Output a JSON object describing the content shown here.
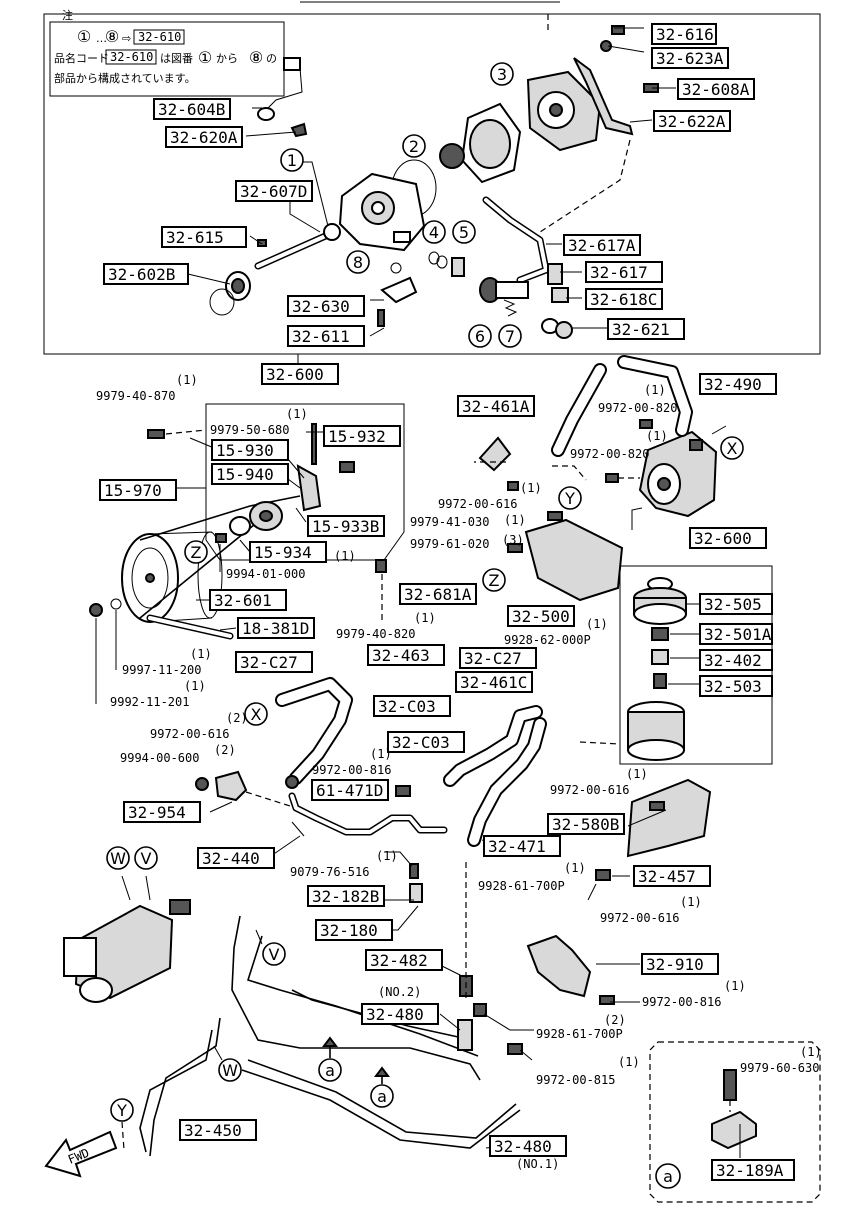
{
  "note": {
    "title": "注",
    "line1_from": "①",
    "line1_sep": "…",
    "line1_to": "⑧",
    "line1_arrow": "⇨",
    "line1_code": "32-610",
    "line2_prefix": "品名コード",
    "line2_code": "32-610",
    "line2_mid": "は図番",
    "line2_from": "①",
    "line2_kara": "から",
    "line2_to": "⑧",
    "line2_no": "の",
    "line3": "部品から構成されています。"
  },
  "parts": {
    "p32_616": "32-616",
    "p32_623A": "32-623A",
    "p32_608A": "32-608A",
    "p32_622A": "32-622A",
    "p32_604B": "32-604B",
    "p32_620A": "32-620A",
    "p32_607D": "32-607D",
    "p32_615": "32-615",
    "p32_602B": "32-602B",
    "p32_630": "32-630",
    "p32_611": "32-611",
    "p32_617A": "32-617A",
    "p32_617": "32-617",
    "p32_618C": "32-618C",
    "p32_621": "32-621",
    "p32_600_top": "32-600",
    "p32_490": "32-490",
    "p32_461A": "32-461A",
    "p15_932": "15-932",
    "p15_930": "15-930",
    "p15_940": "15-940",
    "p15_970": "15-970",
    "p15_933B": "15-933B",
    "p15_934": "15-934",
    "p32_600_mid": "32-600",
    "p32_681A": "32-681A",
    "p32_601": "32-601",
    "p18_381D": "18-381D",
    "p32_500": "32-500",
    "p32_505": "32-505",
    "p32_501A": "32-501A",
    "p32_402": "32-402",
    "p32_503": "32-503",
    "p32_C27a": "32-C27",
    "p32_463": "32-463",
    "p32_C27b": "32-C27",
    "p32_461C": "32-461C",
    "p32_C03a": "32-C03",
    "p32_C03b": "32-C03",
    "p61_471D": "61-471D",
    "p32_954": "32-954",
    "p32_580B": "32-580B",
    "p32_440": "32-440",
    "p32_471": "32-471",
    "p32_457": "32-457",
    "p32_182B": "32-182B",
    "p32_180": "32-180",
    "p32_910": "32-910",
    "p32_482": "32-482",
    "p32_480a": "32-480",
    "p32_450": "32-450",
    "p32_480b": "32-480",
    "p32_189A": "32-189A"
  },
  "bolts": {
    "b9979_40_870": "9979-40-870",
    "b9979_50_680": "9979-50-680",
    "b9972_00_820a": "9972-00-820",
    "b9972_00_820b": "9972-00-820",
    "b9972_00_616a": "9972-00-616",
    "b9979_41_030": "9979-41-030",
    "b9979_61_020": "9979-61-020",
    "b9994_01_000": "9994-01-000",
    "b9979_40_820": "9979-40-820",
    "b9928_62_000P": "9928-62-000P",
    "b9997_11_200": "9997-11-200",
    "b9992_11_201": "9992-11-201",
    "b9972_00_616b": "9972-00-616",
    "b9994_00_600": "9994-00-600",
    "b9972_00_816a": "9972-00-816",
    "b9972_00_616c": "9972-00-616",
    "b9079_76_516": "9079-76-516",
    "b9928_61_700P_a": "9928-61-700P",
    "b9972_00_616d": "9972-00-616",
    "b9972_00_816b": "9972-00-816",
    "b9928_61_700P_b": "9928-61-700P",
    "b9972_00_815": "9972-00-815",
    "b9979_60_630": "9979-60-630"
  },
  "qty": {
    "q1": "(1)",
    "q2": "(2)",
    "q3": "(3)"
  },
  "markers": {
    "X": "X",
    "Y": "Y",
    "Z": "Z",
    "V": "V",
    "W": "W",
    "a": "a",
    "fwd": "FWD",
    "no1": "(NO.1)",
    "no2": "(NO.2)"
  },
  "callouts": {
    "c1": "1",
    "c2": "2",
    "c3": "3",
    "c4": "4",
    "c5": "5",
    "c6": "6",
    "c7": "7",
    "c8": "8"
  }
}
